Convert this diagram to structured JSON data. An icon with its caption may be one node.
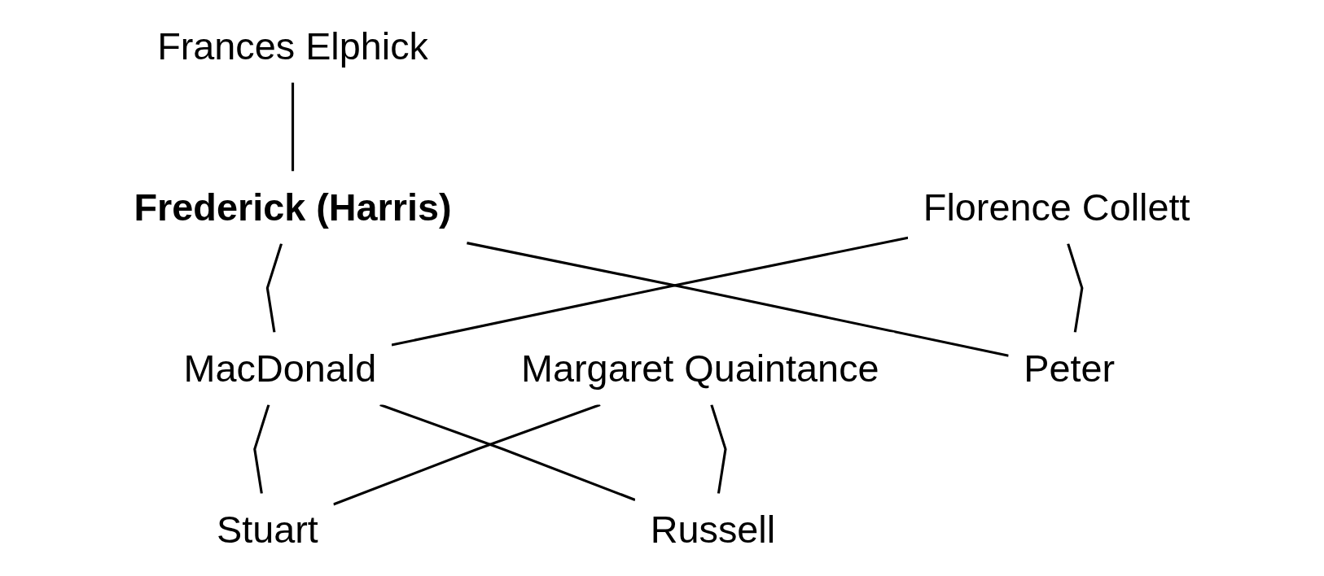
{
  "diagram": {
    "nodes": [
      {
        "text": [
          "Frances Elphick"
        ]
      },
      {
        "text": [
          "Frederick (Harris)"
        ]
      },
      {
        "text": [
          "Florence Collett"
        ]
      },
      {
        "text": [
          "MacDonald"
        ]
      },
      {
        "text": [
          "Margaret Quaintance"
        ]
      },
      {
        "text": [
          "Peter"
        ]
      },
      {
        "text": [
          "Stuart"
        ]
      },
      {
        "text": [
          "Russell"
        ]
      }
    ],
    "edges": [
      {
        "from": 0,
        "to": 1,
        "arrow": "none"
      },
      {
        "from": 1,
        "to": 3,
        "arrow": "none"
      },
      {
        "from": 1,
        "to": 5,
        "arrow": "none"
      },
      {
        "from": 2,
        "to": 3,
        "arrow": "none"
      },
      {
        "from": 2,
        "to": 5,
        "arrow": "none"
      },
      {
        "from": 3,
        "to": 6,
        "arrow": "none"
      },
      {
        "from": 3,
        "to": 7,
        "arrow": "none"
      },
      {
        "from": 4,
        "to": 6,
        "arrow": "none"
      },
      {
        "from": 4,
        "to": 7,
        "arrow": "none"
      }
    ]
  }
}
